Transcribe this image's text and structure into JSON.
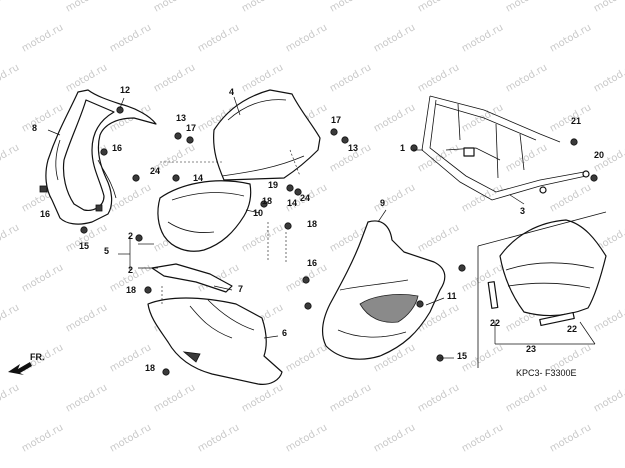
{
  "watermark": "motod.ru",
  "diagram_code": "KPC3- F3300E",
  "direction_marker": "FR.",
  "callouts": [
    "1",
    "2",
    "3",
    "4",
    "5",
    "6",
    "7",
    "8",
    "9",
    "10",
    "11",
    "12",
    "13",
    "14",
    "15",
    "16",
    "17",
    "18",
    "19",
    "20",
    "21",
    "22",
    "23",
    "24"
  ],
  "colors": {
    "line": "#111111",
    "shade": "#8a8a8a",
    "watermark": "#c9c9c9"
  }
}
